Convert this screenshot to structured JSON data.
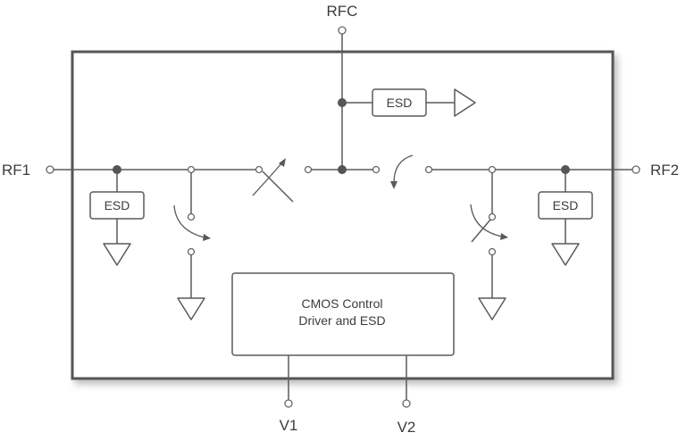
{
  "pins": {
    "rfc": "RFC",
    "rf1": "RF1",
    "rf2": "RF2",
    "v1": "V1",
    "v2": "V2"
  },
  "esd_blocks": {
    "top": "ESD",
    "left": "ESD",
    "right": "ESD"
  },
  "control_block": {
    "line1": "CMOS Control",
    "line2": "Driver and ESD"
  },
  "colors": {
    "line": "#5a5a5a",
    "text": "#3c3c3c",
    "node": "#555555",
    "background": "#ffffff"
  }
}
